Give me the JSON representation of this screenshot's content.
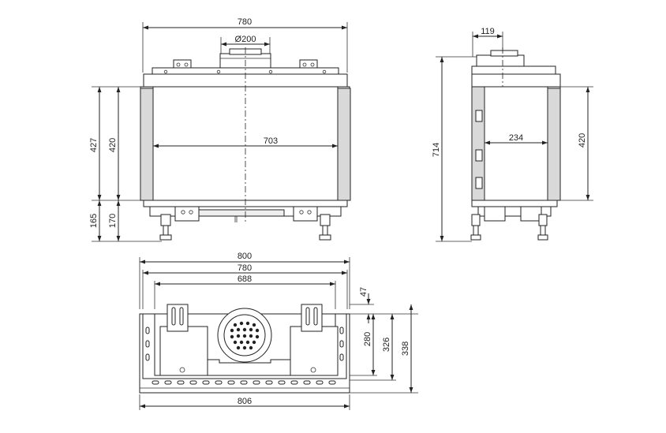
{
  "front_view": {
    "overall_width": "780",
    "flue_diameter": "Ø200",
    "opening_width": "703",
    "glass_height": "427",
    "opening_height": "420",
    "leg_height_outer": "165",
    "leg_height_inner": "170"
  },
  "side_view": {
    "flue_offset": "119",
    "total_height": "714",
    "depth": "234",
    "opening_height": "420"
  },
  "top_view": {
    "width_800": "800",
    "width_780": "780",
    "width_688": "688",
    "width_806": "806",
    "depth_47": "47",
    "depth_280": "280",
    "depth_326": "326",
    "depth_338": "338"
  }
}
